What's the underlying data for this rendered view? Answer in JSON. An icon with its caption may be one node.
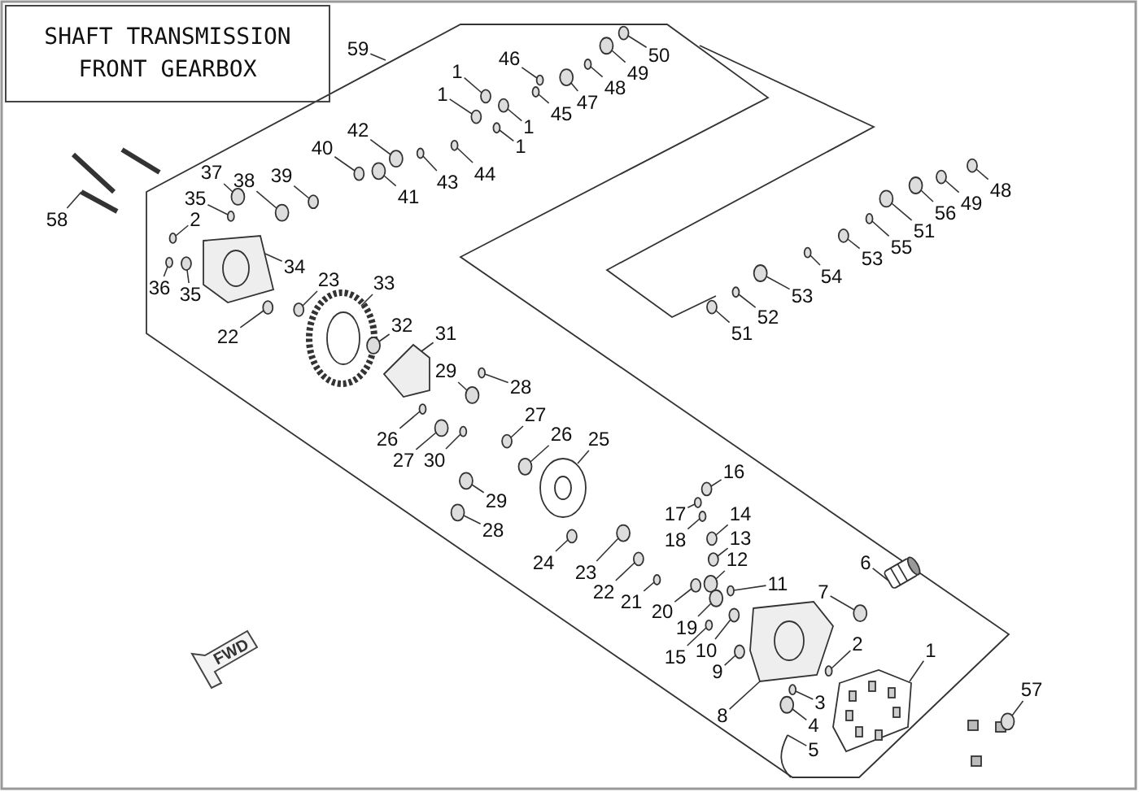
{
  "diagram": {
    "nodes": [
      {
        "text": [
          "SHAFT TRANSMISSION FRONT GEARBOX"
        ]
      },
      {
        "text": [
          "50"
        ]
      },
      {
        "text": [],
        "shape": "circle"
      },
      {
        "text": [
          "59"
        ]
      },
      {
        "text": [
          "46"
        ]
      },
      {
        "text": [],
        "shape": "circle"
      },
      {
        "text": [
          "1"
        ]
      },
      {
        "text": [],
        "shape": "circle"
      },
      {
        "text": [
          "49"
        ]
      },
      {
        "text": [],
        "shape": "circle"
      },
      {
        "text": [
          "48"
        ]
      },
      {
        "text": [],
        "shape": "circle"
      },
      {
        "text": [
          "1"
        ]
      },
      {
        "text": [],
        "shape": "circle"
      },
      {
        "text": [
          "47"
        ]
      },
      {
        "text": [],
        "shape": "circle"
      },
      {
        "text": [
          "45"
        ]
      },
      {
        "text": [],
        "shape": "circle"
      },
      {
        "text": [
          "1"
        ]
      },
      {
        "text": [],
        "shape": "circle"
      },
      {
        "text": [
          "42"
        ]
      },
      {
        "text": [],
        "shape": "circle"
      },
      {
        "text": [
          "1"
        ]
      },
      {
        "text": [],
        "shape": "circle"
      },
      {
        "text": [
          "40"
        ]
      },
      {
        "text": [],
        "shape": "circle"
      },
      {
        "text": [
          "37"
        ]
      },
      {
        "text": [],
        "shape": "circle"
      },
      {
        "text": [
          "44"
        ]
      },
      {
        "text": [],
        "shape": "circle"
      },
      {
        "text": [
          "39"
        ]
      },
      {
        "text": [],
        "shape": "circle"
      },
      {
        "text": [
          "38"
        ]
      },
      {
        "text": [],
        "shape": "circle"
      },
      {
        "text": [
          "43"
        ]
      },
      {
        "text": [],
        "shape": "circle"
      },
      {
        "text": [
          "48"
        ]
      },
      {
        "text": [],
        "shape": "circle"
      },
      {
        "text": [
          "41"
        ]
      },
      {
        "text": [],
        "shape": "circle"
      },
      {
        "text": [
          "35"
        ]
      },
      {
        "text": [],
        "shape": "circle"
      },
      {
        "text": [
          "49"
        ]
      },
      {
        "text": [],
        "shape": "circle"
      },
      {
        "text": [
          "56"
        ]
      },
      {
        "text": [],
        "shape": "circle"
      },
      {
        "text": [
          "2"
        ]
      },
      {
        "text": [],
        "shape": "circle"
      },
      {
        "text": [
          "58"
        ]
      },
      {
        "text": [],
        "shape": "picture"
      },
      {
        "text": [
          "51"
        ]
      },
      {
        "text": [],
        "shape": "circle"
      },
      {
        "text": [
          "55"
        ]
      },
      {
        "text": [],
        "shape": "circle"
      },
      {
        "text": [
          "53"
        ]
      },
      {
        "text": [],
        "shape": "circle"
      },
      {
        "text": [
          "34"
        ]
      },
      {
        "text": [],
        "shape": "picture"
      },
      {
        "text": [
          "54"
        ]
      },
      {
        "text": [],
        "shape": "circle"
      },
      {
        "text": [
          "23"
        ]
      },
      {
        "text": [],
        "shape": "circle"
      },
      {
        "text": [
          "33"
        ]
      },
      {
        "text": [],
        "shape": "picture"
      },
      {
        "text": [
          "36"
        ]
      },
      {
        "text": [],
        "shape": "circle"
      },
      {
        "text": [
          "35"
        ]
      },
      {
        "text": [],
        "shape": "circle"
      },
      {
        "text": [
          "53"
        ]
      },
      {
        "text": [],
        "shape": "circle"
      },
      {
        "text": [
          "52"
        ]
      },
      {
        "text": [],
        "shape": "circle"
      },
      {
        "text": [
          "51"
        ]
      },
      {
        "text": [],
        "shape": "circle"
      },
      {
        "text": [
          "32"
        ]
      },
      {
        "text": [],
        "shape": "circle"
      },
      {
        "text": [
          "31"
        ]
      },
      {
        "text": [],
        "shape": "picture"
      },
      {
        "text": [
          "22"
        ]
      },
      {
        "text": [],
        "shape": "circle"
      },
      {
        "text": [
          "29"
        ]
      },
      {
        "text": [],
        "shape": "circle"
      },
      {
        "text": [
          "28"
        ]
      },
      {
        "text": [],
        "shape": "circle"
      },
      {
        "text": [
          "27"
        ]
      },
      {
        "text": [],
        "shape": "circle"
      },
      {
        "text": [
          "26"
        ]
      },
      {
        "text": [],
        "shape": "circle"
      },
      {
        "text": [
          "26"
        ]
      },
      {
        "text": [],
        "shape": "circle"
      },
      {
        "text": [
          "25"
        ]
      },
      {
        "text": [],
        "shape": "picture"
      },
      {
        "text": [
          "27"
        ]
      },
      {
        "text": [],
        "shape": "circle"
      },
      {
        "text": [
          "30"
        ]
      },
      {
        "text": [],
        "shape": "circle"
      },
      {
        "text": [
          "16"
        ]
      },
      {
        "text": [],
        "shape": "circle"
      },
      {
        "text": [
          "29"
        ]
      },
      {
        "text": [],
        "shape": "circle"
      },
      {
        "text": [
          "17"
        ]
      },
      {
        "text": [],
        "shape": "circle"
      },
      {
        "text": [
          "14"
        ]
      },
      {
        "text": [],
        "shape": "circle"
      },
      {
        "text": [
          "28"
        ]
      },
      {
        "text": [],
        "shape": "circle"
      },
      {
        "text": [
          "18"
        ]
      },
      {
        "text": [],
        "shape": "circle"
      },
      {
        "text": [
          "13"
        ]
      },
      {
        "text": [],
        "shape": "circle"
      },
      {
        "text": [
          "12"
        ]
      },
      {
        "text": [],
        "shape": "circle"
      },
      {
        "text": [
          "6"
        ]
      },
      {
        "text": [],
        "shape": "picture"
      },
      {
        "text": [
          "24"
        ]
      },
      {
        "text": [],
        "shape": "circle"
      },
      {
        "text": [
          "23"
        ]
      },
      {
        "text": [],
        "shape": "circle"
      },
      {
        "text": [
          "11"
        ]
      },
      {
        "text": [],
        "shape": "circle"
      },
      {
        "text": [
          "22"
        ]
      },
      {
        "text": [],
        "shape": "circle"
      },
      {
        "text": [
          "7"
        ]
      },
      {
        "text": [],
        "shape": "circle"
      },
      {
        "text": [
          "21"
        ]
      },
      {
        "text": [],
        "shape": "circle"
      },
      {
        "text": [
          "20"
        ]
      },
      {
        "text": [],
        "shape": "circle"
      },
      {
        "text": [
          "19"
        ]
      },
      {
        "text": [],
        "shape": "circle"
      },
      {
        "text": [
          "2"
        ]
      },
      {
        "text": [],
        "shape": "circle"
      },
      {
        "text": [
          "10"
        ]
      },
      {
        "text": [],
        "shape": "circle"
      },
      {
        "text": [
          "1"
        ]
      },
      {
        "text": [],
        "shape": "picture"
      },
      {
        "text": [
          "15"
        ]
      },
      {
        "text": [],
        "shape": "circle"
      },
      {
        "text": [
          "9"
        ]
      },
      {
        "text": [],
        "shape": "circle"
      },
      {
        "text": [
          "57"
        ]
      },
      {
        "text": [],
        "shape": "circle"
      },
      {
        "text": [
          "3"
        ]
      },
      {
        "text": [],
        "shape": "circle"
      },
      {
        "text": [
          "8"
        ]
      },
      {
        "text": [],
        "shape": "picture"
      },
      {
        "text": [
          "4"
        ]
      },
      {
        "text": [],
        "shape": "circle"
      },
      {
        "text": [
          "5"
        ]
      },
      {
        "text": [],
        "shape": "picture"
      }
    ],
    "edges": [
      {
        "from": 1,
        "to": 2,
        "arrow": "none"
      },
      {
        "from": 3,
        "to": null,
        "arrow": "none"
      },
      {
        "from": 4,
        "to": 5,
        "arrow": "none"
      },
      {
        "from": 6,
        "to": 7,
        "arrow": "none"
      },
      {
        "from": 8,
        "to": 9,
        "arrow": "none"
      },
      {
        "from": 10,
        "to": 11,
        "arrow": "none"
      },
      {
        "from": 12,
        "to": 13,
        "arrow": "none"
      },
      {
        "from": 14,
        "to": 15,
        "arrow": "none"
      },
      {
        "from": 16,
        "to": 17,
        "arrow": "none"
      },
      {
        "from": 18,
        "to": 19,
        "arrow": "none"
      },
      {
        "from": 20,
        "to": 21,
        "arrow": "none"
      },
      {
        "from": 22,
        "to": 23,
        "arrow": "none"
      },
      {
        "from": 24,
        "to": 25,
        "arrow": "none"
      },
      {
        "from": 26,
        "to": 27,
        "arrow": "none"
      },
      {
        "from": 28,
        "to": 29,
        "arrow": "none"
      },
      {
        "from": 30,
        "to": 31,
        "arrow": "none"
      },
      {
        "from": 32,
        "to": 33,
        "arrow": "none"
      },
      {
        "from": 34,
        "to": 35,
        "arrow": "none"
      },
      {
        "from": 36,
        "to": 37,
        "arrow": "none"
      },
      {
        "from": 38,
        "to": 39,
        "arrow": "none"
      },
      {
        "from": 40,
        "to": 41,
        "arrow": "none"
      },
      {
        "from": 42,
        "to": 43,
        "arrow": "none"
      },
      {
        "from": 44,
        "to": 45,
        "arrow": "none"
      },
      {
        "from": 46,
        "to": 47,
        "arrow": "none"
      },
      {
        "from": 48,
        "to": 49,
        "arrow": "none"
      },
      {
        "from": 50,
        "to": 51,
        "arrow": "none"
      },
      {
        "from": 52,
        "to": 53,
        "arrow": "none"
      },
      {
        "from": 54,
        "to": 55,
        "arrow": "none"
      },
      {
        "from": 56,
        "to": 57,
        "arrow": "none"
      },
      {
        "from": 58,
        "to": 59,
        "arrow": "none"
      },
      {
        "from": 60,
        "to": 61,
        "arrow": "none"
      },
      {
        "from": 62,
        "to": 63,
        "arrow": "none"
      },
      {
        "from": 64,
        "to": 65,
        "arrow": "none"
      },
      {
        "from": 66,
        "to": 67,
        "arrow": "none"
      },
      {
        "from": 68,
        "to": 69,
        "arrow": "none"
      },
      {
        "from": 70,
        "to": 71,
        "arrow": "none"
      },
      {
        "from": 72,
        "to": 73,
        "arrow": "none"
      },
      {
        "from": 74,
        "to": 75,
        "arrow": "none"
      },
      {
        "from": 76,
        "to": 77,
        "arrow": "none"
      },
      {
        "from": 78,
        "to": 79,
        "arrow": "none"
      },
      {
        "from": 80,
        "to": 81,
        "arrow": "none"
      },
      {
        "from": 82,
        "to": 83,
        "arrow": "none"
      },
      {
        "from": 84,
        "to": 85,
        "arrow": "none"
      },
      {
        "from": 86,
        "to": 87,
        "arrow": "none"
      },
      {
        "from": 88,
        "to": 89,
        "arrow": "none"
      },
      {
        "from": 90,
        "to": 91,
        "arrow": "none"
      },
      {
        "from": 92,
        "to": 93,
        "arrow": "none"
      },
      {
        "from": 94,
        "to": 95,
        "arrow": "none"
      },
      {
        "from": 96,
        "to": 97,
        "arrow": "none"
      },
      {
        "from": 98,
        "to": 99,
        "arrow": "none"
      },
      {
        "from": 100,
        "to": 101,
        "arrow": "none"
      },
      {
        "from": 102,
        "to": 103,
        "arrow": "none"
      },
      {
        "from": 104,
        "to": 105,
        "arrow": "none"
      },
      {
        "from": 106,
        "to": 107,
        "arrow": "none"
      },
      {
        "from": 108,
        "to": 109,
        "arrow": "none"
      },
      {
        "from": 110,
        "to": 111,
        "arrow": "none"
      },
      {
        "from": 112,
        "to": 113,
        "arrow": "none"
      },
      {
        "from": 114,
        "to": 115,
        "arrow": "none"
      },
      {
        "from": 116,
        "to": 117,
        "arrow": "none"
      },
      {
        "from": 118,
        "to": 119,
        "arrow": "none"
      },
      {
        "from": 120,
        "to": 121,
        "arrow": "none"
      },
      {
        "from": 122,
        "to": 123,
        "arrow": "none"
      },
      {
        "from": 124,
        "to": 125,
        "arrow": "none"
      },
      {
        "from": 126,
        "to": 127,
        "arrow": "none"
      },
      {
        "from": 128,
        "to": 129,
        "arrow": "none"
      },
      {
        "from": 130,
        "to": 131,
        "arrow": "none"
      },
      {
        "from": 132,
        "to": 133,
        "arrow": "none"
      },
      {
        "from": 134,
        "to": 135,
        "arrow": "none"
      },
      {
        "from": 136,
        "to": 137,
        "arrow": "none"
      },
      {
        "from": 138,
        "to": 139,
        "arrow": "none"
      },
      {
        "from": 140,
        "to": 141,
        "arrow": "none"
      },
      {
        "from": 142,
        "to": 143,
        "arrow": "none"
      },
      {
        "from": 144,
        "to": 145,
        "arrow": "none"
      },
      {
        "from": 146,
        "to": 147,
        "arrow": "none"
      },
      {
        "from": 148,
        "to": 149,
        "arrow": "none"
      }
    ],
    "labels": [
      "FWD"
    ]
  }
}
